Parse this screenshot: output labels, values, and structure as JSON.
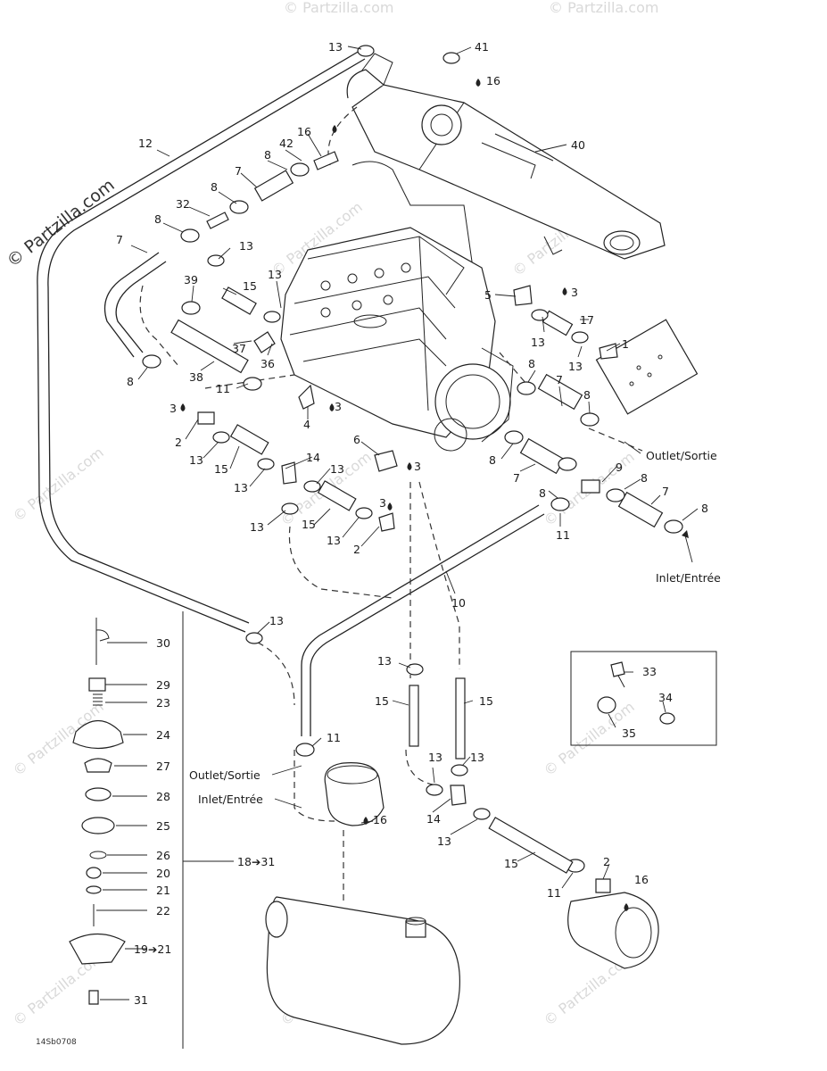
{
  "watermark": {
    "main": "© Partzilla.com",
    "tile": "© Partzilla.com"
  },
  "labels": {
    "outlet_right": "Outlet/Sortie",
    "inlet_right": "Inlet/Entrée",
    "outlet_left": "Outlet/Sortie",
    "inlet_left": "Inlet/Entrée",
    "range_18_31": "18➔31",
    "range_19_21": "19➔21"
  },
  "callouts": {
    "n1": "1",
    "n2": "2",
    "n3": "3",
    "n4": "4",
    "n5": "5",
    "n6": "6",
    "n7": "7",
    "n8": "8",
    "n9": "9",
    "n10": "10",
    "n11": "11",
    "n12": "12",
    "n13": "13",
    "n14": "14",
    "n15": "15",
    "n16": "16",
    "n17": "17",
    "n20": "20",
    "n21": "21",
    "n22": "22",
    "n23": "23",
    "n24": "24",
    "n25": "25",
    "n26": "26",
    "n27": "27",
    "n28": "28",
    "n29": "29",
    "n30": "30",
    "n31": "31",
    "n32": "32",
    "n33": "33",
    "n34": "34",
    "n35": "35",
    "n36": "36",
    "n37": "37",
    "n38": "38",
    "n39": "39",
    "n40": "40",
    "n41": "41",
    "n42": "42"
  },
  "figure_code": "14Sb0708"
}
